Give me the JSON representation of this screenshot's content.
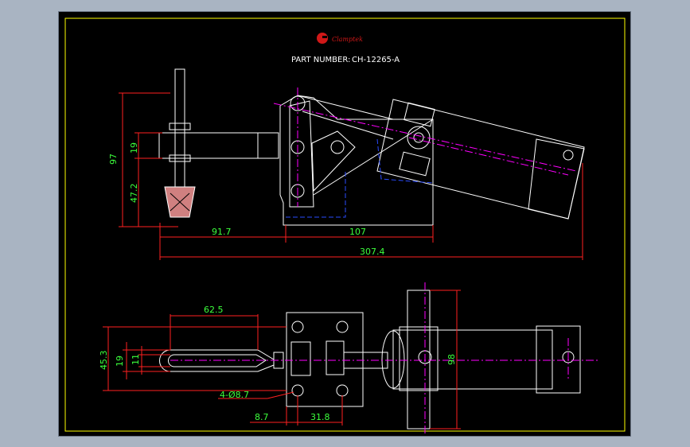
{
  "brand": {
    "logo_text": "Clamptek"
  },
  "header": {
    "part_label": "PART NUMBER:",
    "part_number": "CH-12265-A"
  },
  "dimensions": {
    "side_height": "97",
    "side_handle_gap": "19",
    "side_lower": "47.2",
    "side_reach": "91.7",
    "side_base": "107",
    "side_overall": "307.4",
    "top_slot": "62.5",
    "top_width": "45.3",
    "top_inner": "19",
    "top_slot_width": "11",
    "top_holes": "4-Ø8.7",
    "top_edge": "8.7",
    "top_spacing": "31.8",
    "top_cylinder": "98"
  },
  "colors": {
    "background": "#a9b4c2",
    "sheet": "#000000",
    "outline": "#ffffff",
    "dimension_line": "#ff2020",
    "dimension_text": "#3cff3c",
    "center_line": "#ff00ff",
    "hidden_line": "#2a4bff",
    "frame": "#ffff00"
  }
}
